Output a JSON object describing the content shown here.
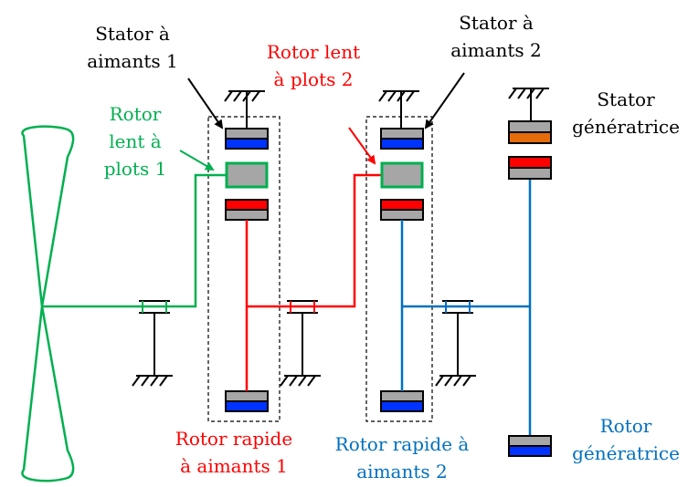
{
  "colors": {
    "green": "#00b050",
    "red": "#ff0000",
    "blue": "#0070c0",
    "black": "#000000",
    "magnet_blue": "#0033ff",
    "magnet_red": "#ff0000",
    "magnet_orange": "#e46c0a",
    "pole_gray": "#a6a6a6"
  },
  "labels": {
    "stator1": [
      "Stator à",
      "aimants 1"
    ],
    "stator2": [
      "Stator à",
      "aimants 2"
    ],
    "rotor_lent1": [
      "Rotor",
      "lent à",
      "plots 1"
    ],
    "rotor_lent2": [
      "Rotor lent",
      "à plots 2"
    ],
    "stator_gen": [
      "Stator",
      "génératrice"
    ],
    "rotor_rapide1": [
      "Rotor rapide",
      "à aimants 1"
    ],
    "rotor_rapide2": [
      "Rotor rapide à",
      "aimants 2"
    ],
    "rotor_gen": [
      "Rotor",
      "génératrice"
    ]
  }
}
